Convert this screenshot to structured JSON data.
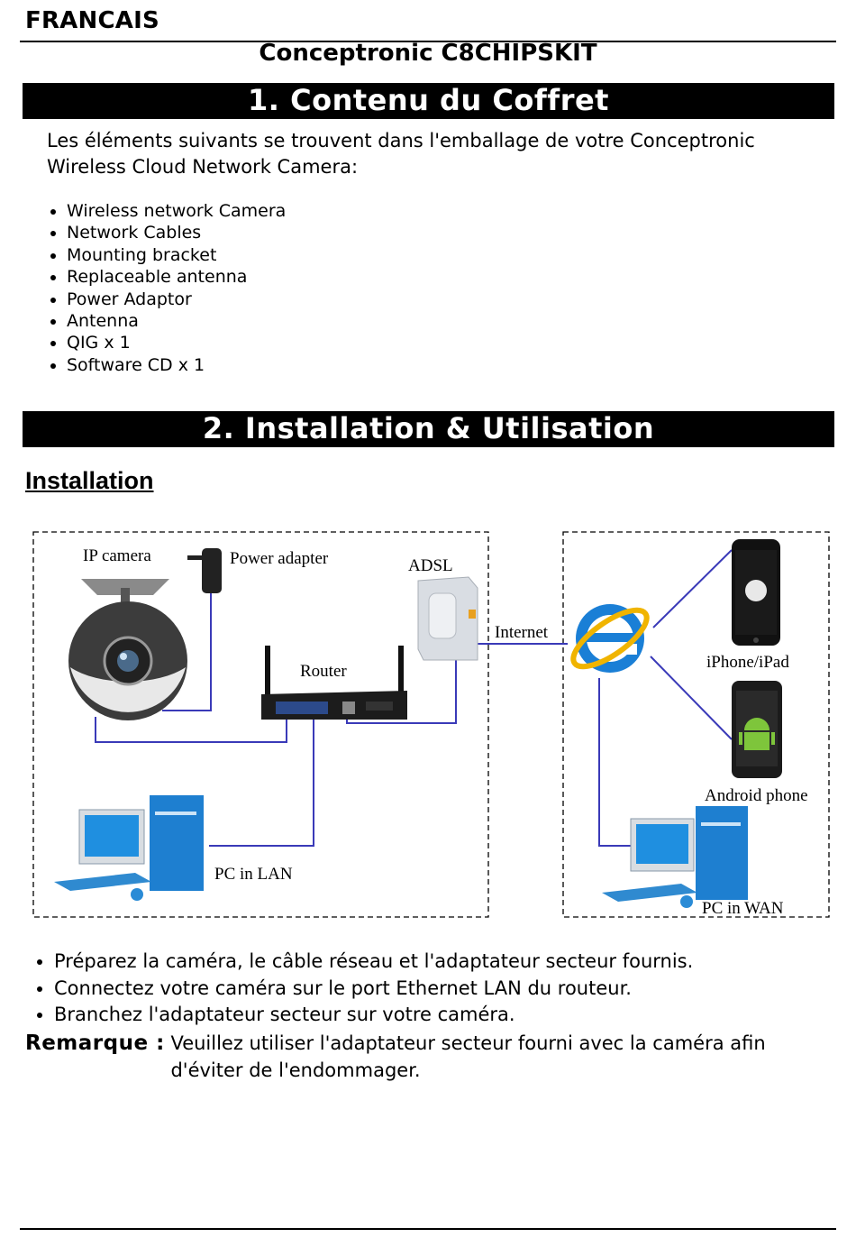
{
  "header": {
    "language": "FRANCAIS",
    "product": "Conceptronic C8CHIPSKIT"
  },
  "section1": {
    "title": "1.  Contenu du Coffret",
    "intro": "Les éléments suivants se trouvent dans l'emballage de votre Conceptronic Wireless Cloud Network Camera:",
    "items": [
      "Wireless network Camera",
      "Network Cables",
      "Mounting bracket",
      "Replaceable antenna",
      "Power Adaptor",
      "Antenna",
      "QIG x 1",
      "Software CD x 1"
    ]
  },
  "section2": {
    "title": "2.  Installation & Utilisation",
    "subheading": "Installation",
    "diagram": {
      "ip_camera": "IP camera",
      "power_adapter": "Power adapter",
      "adsl": "ADSL",
      "internet": "Internet",
      "router": "Router",
      "pc_lan": "PC in LAN",
      "iphone": "iPhone/iPad",
      "android": "Android phone",
      "pc_wan": "PC in WAN",
      "colors": {
        "wire": "#3a3ab8",
        "ie_blue": "#1a7fd6",
        "ie_ring": "#f0b400",
        "android_green": "#7ec53b"
      }
    },
    "steps": [
      "Préparez la caméra, le câble réseau et l'adaptateur secteur fournis.",
      "Connectez votre caméra sur le port Ethernet LAN du routeur.",
      "Branchez l'adaptateur secteur sur votre caméra."
    ],
    "remark_label": "Remarque :",
    "remark_text": "Veuillez utiliser l'adaptateur secteur fourni avec la caméra afin d'éviter de l'endommager."
  }
}
